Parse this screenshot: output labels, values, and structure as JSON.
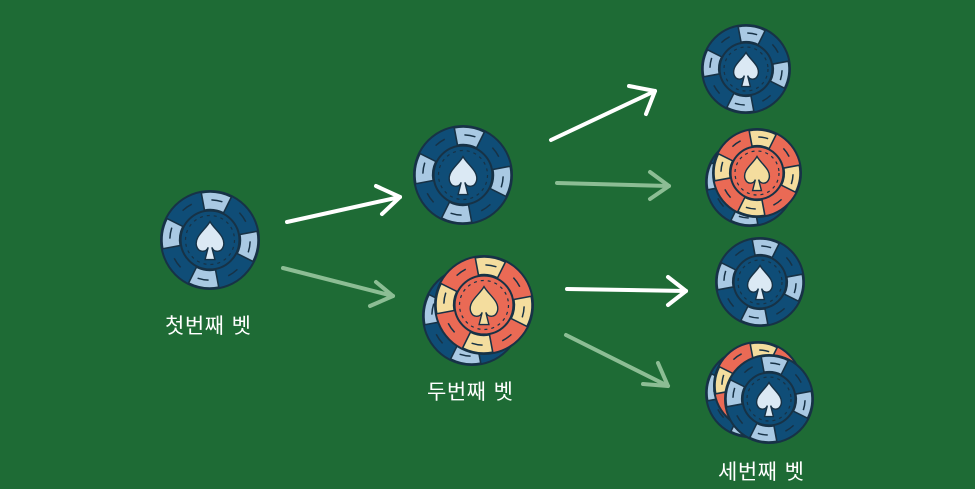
{
  "colors": {
    "background": "#1e6b35",
    "chip_blue": "#0f4d77",
    "chip_blue_light": "#a9c9e3",
    "chip_red": "#ea6a55",
    "chip_red_light": "#f4dd9e",
    "outline": "#173246",
    "arrow_strong": "#ffffff",
    "arrow_faded": "#8cbd94"
  },
  "icons": {
    "chip": "spade-poker-chip-icon"
  },
  "labels": {
    "bet1": "첫번째 벳",
    "bet2": "두번째 벳",
    "bet3": "세번째 벳"
  }
}
